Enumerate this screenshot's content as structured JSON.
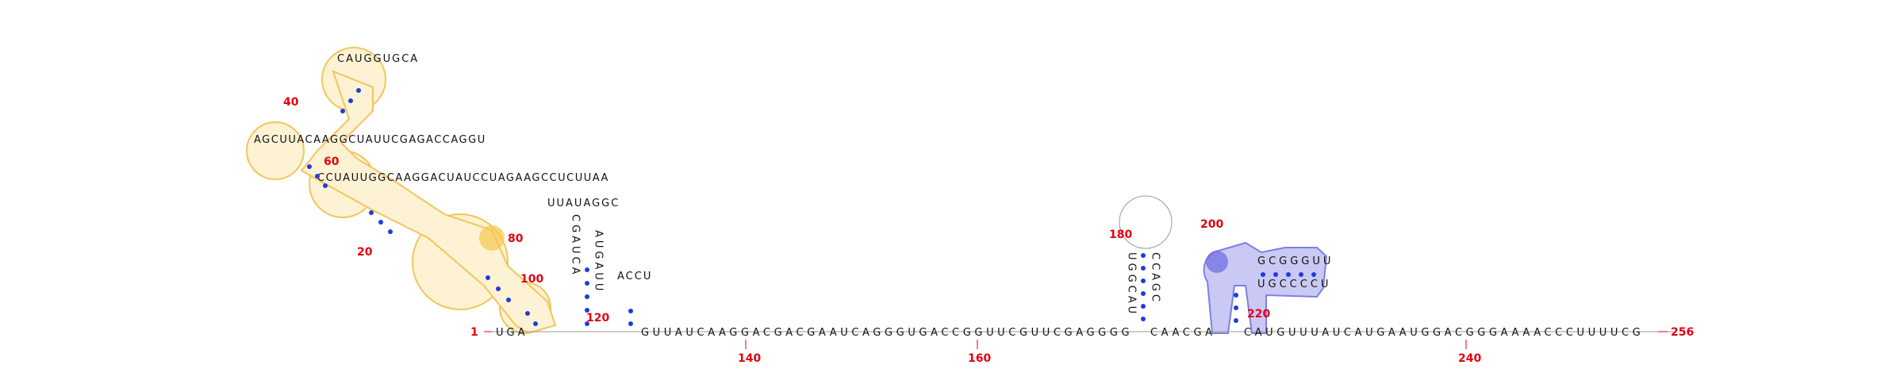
{
  "diagram": {
    "title": "",
    "colors": {
      "label": "#e3000f",
      "pair": "#1f3be0",
      "highlight": "#f0c04a",
      "highlight2": "#7d7fe6",
      "backbone": "#8a8a8a"
    },
    "position_labels": [
      "1",
      "20",
      "40",
      "60",
      "80",
      "100",
      "120",
      "140",
      "160",
      "180",
      "200",
      "220",
      "240",
      "256"
    ],
    "strand_prefix": "UGA",
    "strand_main": "GUUAUCAAGGACGACGAAUCAGGGUGACCGGUUCGUUCGAGGGG",
    "strand_mid": "CAACGA",
    "strand_tail": "CAUGUUUAUCAUGAAUGGACGGGAAAACCCUUUUCG",
    "hairpin_1_left": "CGAUCA",
    "hairpin_1_right": "AUGAUU",
    "hairpin_2_left": "UGGCAU",
    "hairpin_2_right": "CCAGC",
    "hairpin_2_loop": "UUAUAGGC",
    "hairpin_3_loop": "ACCU",
    "branch_3_top": "GCGGGUU",
    "branch_3_bottom": "UGCCCCU",
    "stem_left_text": "AGCUUACAAGGCUAUUCGAGACCAGGU",
    "stem_right_text": "CCUAUUGGCAAGGACUAUCCUAGAAGCCUCUUAA",
    "loop_top_text": "CAUGGUGCA"
  }
}
